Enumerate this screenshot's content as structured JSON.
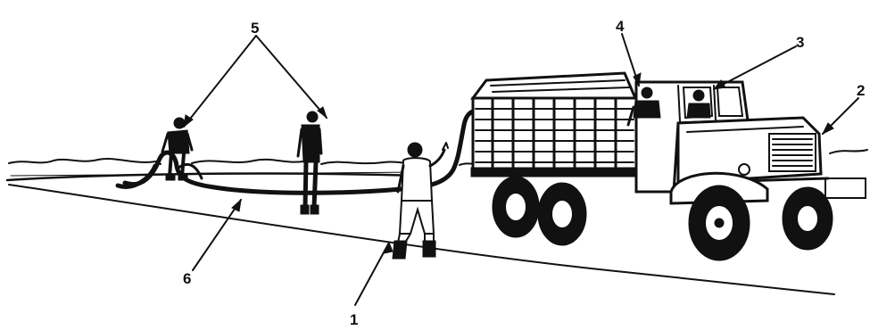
{
  "figure": {
    "callouts": [
      {
        "id": "1",
        "label": "1"
      },
      {
        "id": "2",
        "label": "2"
      },
      {
        "id": "3",
        "label": "3"
      },
      {
        "id": "4",
        "label": "4"
      },
      {
        "id": "5",
        "label": "5"
      },
      {
        "id": "6",
        "label": "6"
      }
    ]
  },
  "colors": {
    "ink": "#111111",
    "paper": "#ffffff"
  }
}
